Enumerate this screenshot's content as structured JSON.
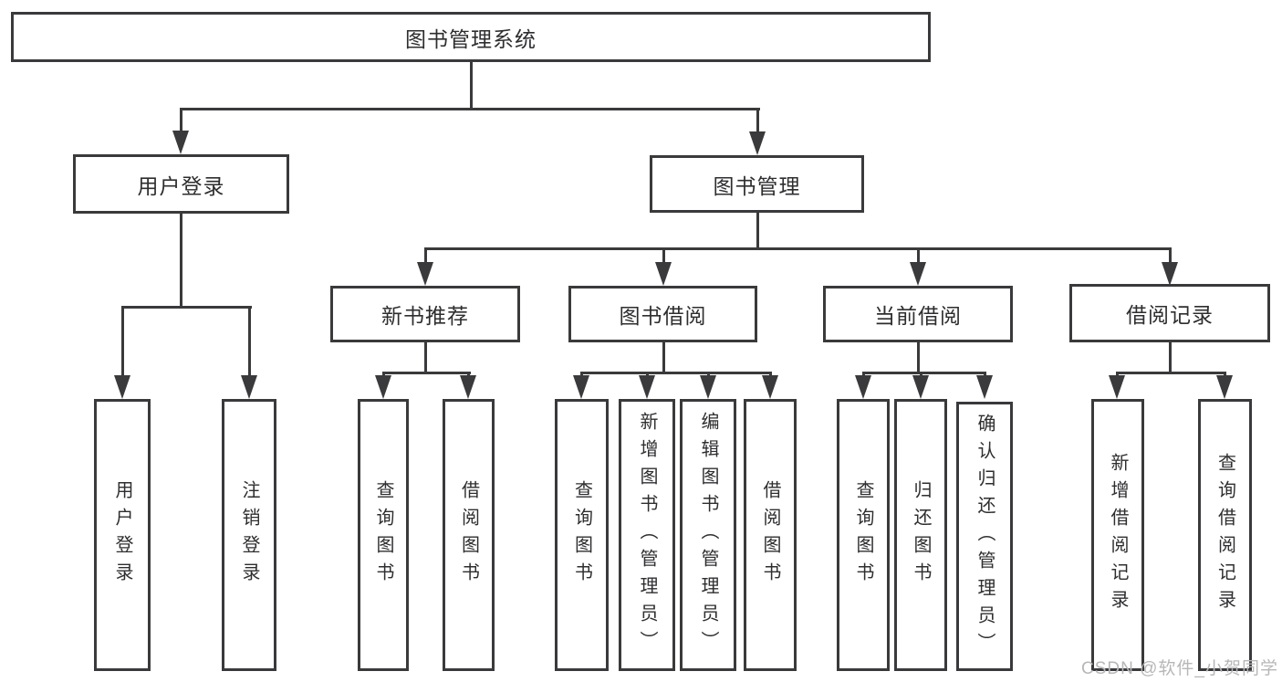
{
  "diagram": {
    "title": "图书管理系统",
    "root": {
      "label": "图书管理系统"
    },
    "level2": {
      "user_login": {
        "label": "用户登录"
      },
      "book_mgmt": {
        "label": "图书管理"
      }
    },
    "level3": {
      "new_book": {
        "label": "新书推荐"
      },
      "book_borrow": {
        "label": "图书借阅"
      },
      "current_borrow": {
        "label": "当前借阅"
      },
      "borrow_record": {
        "label": "借阅记录"
      }
    },
    "leaves": {
      "user_login": [
        "用户登录",
        "注销登录"
      ],
      "new_book": [
        "查询图书",
        "借阅图书"
      ],
      "book_borrow": [
        "查询图书",
        "新增图书（管理员）",
        "编辑图书（管理员）",
        "借阅图书"
      ],
      "current_borrow": [
        "查询图书",
        "归还图书",
        "确认归还（管理员）"
      ],
      "borrow_record": [
        "新增借阅记录",
        "查询借阅记录"
      ]
    }
  },
  "watermark": {
    "text": "CSDN @软件_小贺同学",
    "color": "#b7b7b9"
  },
  "colors": {
    "line": "#3a3a3c",
    "text": "#2e2e30",
    "background": "#ffffff"
  }
}
